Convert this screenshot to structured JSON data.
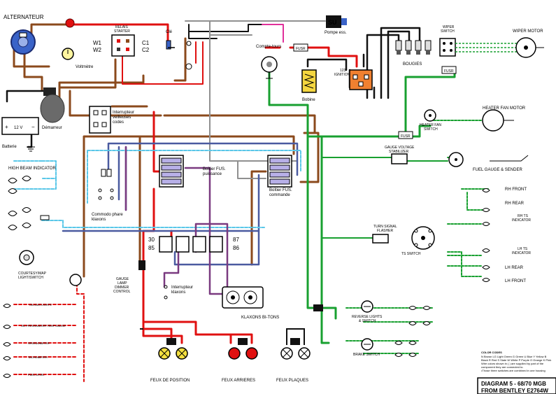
{
  "colors": {
    "brown": "#8b4a1c",
    "red": "#e01010",
    "green": "#18a030",
    "black": "#111111",
    "blue": "#4a5aa0",
    "lightblue": "#59c7e8",
    "purple": "#7a3a80",
    "pink": "#e0309a",
    "gray": "#909090"
  },
  "labels": {
    "alternateur": "ALTERNATEUR",
    "relais_starter": "RELAIS\nSTARTER",
    "w1": "W1",
    "w2": "W2",
    "c1": "C1",
    "c2": "C2",
    "cle": "Clé",
    "pompe": "Pompe ess.",
    "compte_tours": "Compte-tours",
    "fuse_pump": "FUSR",
    "ignition": "123\nIGNITION",
    "bougies": "BOUGIES",
    "wiper_switch": "WIPER\nSWITCH",
    "wiper_motor": "WIPER MOTOR",
    "voltmetre": "Voltmètre",
    "demarreur": "Démarreur",
    "batterie": "Batterie",
    "battery_volts": "12 V",
    "bobine": "Bobine",
    "interrupteur_veilleuses": "Interrupteur\nveilleuses\ncodes",
    "fuse_heater": "FUSR",
    "heater_fan_motor": "HEATER FAN MOTOR",
    "heater_fan_switch": "HEATER FAN\nSWITCH",
    "fuse_gauge": "FUSR",
    "gauge_voltage_stabilizer": "GAUGE VOLTAGE\nSTABILIZER",
    "fuel_gauge_sender": "FUEL GAUGE & SENDER",
    "high_beam_indicator": "HIGH BEAM INDICATOR",
    "boitier_puissance": "Boîtier FUS.\npuissance",
    "boitier_commande": "Boîtier FUS.\ncommande",
    "commodo": "Commodo phare\nklaxons",
    "rh_front": "RH FRONT",
    "rh_rear": "RH REAR",
    "rh_ts_indicator": "RH TS\nINDICATOR",
    "turn_signal_flasher": "TURN SIGNAL\nFLASHER",
    "ts_switch": "TS SWITCH",
    "lh_ts_indicator": "LH TS\nINDICATOR",
    "lh_rear": "LH REAR",
    "lh_front": "LH FRONT",
    "courtesy_map": "COURTESY/MAP\nLIGHT/SWITCH",
    "gauge_lamp": "GAUGE\nLAMP\nDIMMER\nCONTROL",
    "relay_30": "30",
    "relay_85": "85",
    "relay_87": "87",
    "relay_86": "86",
    "interrupteur_klaxons": "Interrupteur\nklaxons",
    "klaxons_bitons": "KLAXONS BI-TONS",
    "reverse_lights": "REVERSE LIGHTS\n& SWITCH",
    "brake_switch": "BRAKE SWITCH",
    "feux_position": "FEUX DE POSITION",
    "feux_arrieres": "FEUX ARRIERES",
    "feux_plaques": "FEUX PLAQUES",
    "color_codes_title": "COLOR CODES",
    "color_codes": "N Brown  LG Light Green  G Green  U Blue  Y Yellow  B Black  R Red  S Slate  W White  P Purple  O Orange  K Pink",
    "color_note": "Wire colors shown in ( ) are supplied by part of the component they are connected to.\n•Those three switches are combined in one housing",
    "diagram_title": "DIAGRAM 5 - 68/70 MGB",
    "diagram_source": "FROM BENTLEY E2764W",
    "oil_lights": "OIL/GAS LIGHTS",
    "oil_press": "OIL PRESS/WATER TEMP GAUGE",
    "speedometer": "SPEEDOMETER",
    "tachometer": "TACHOMETER",
    "fuel_level": "FUEL LEVEL"
  }
}
